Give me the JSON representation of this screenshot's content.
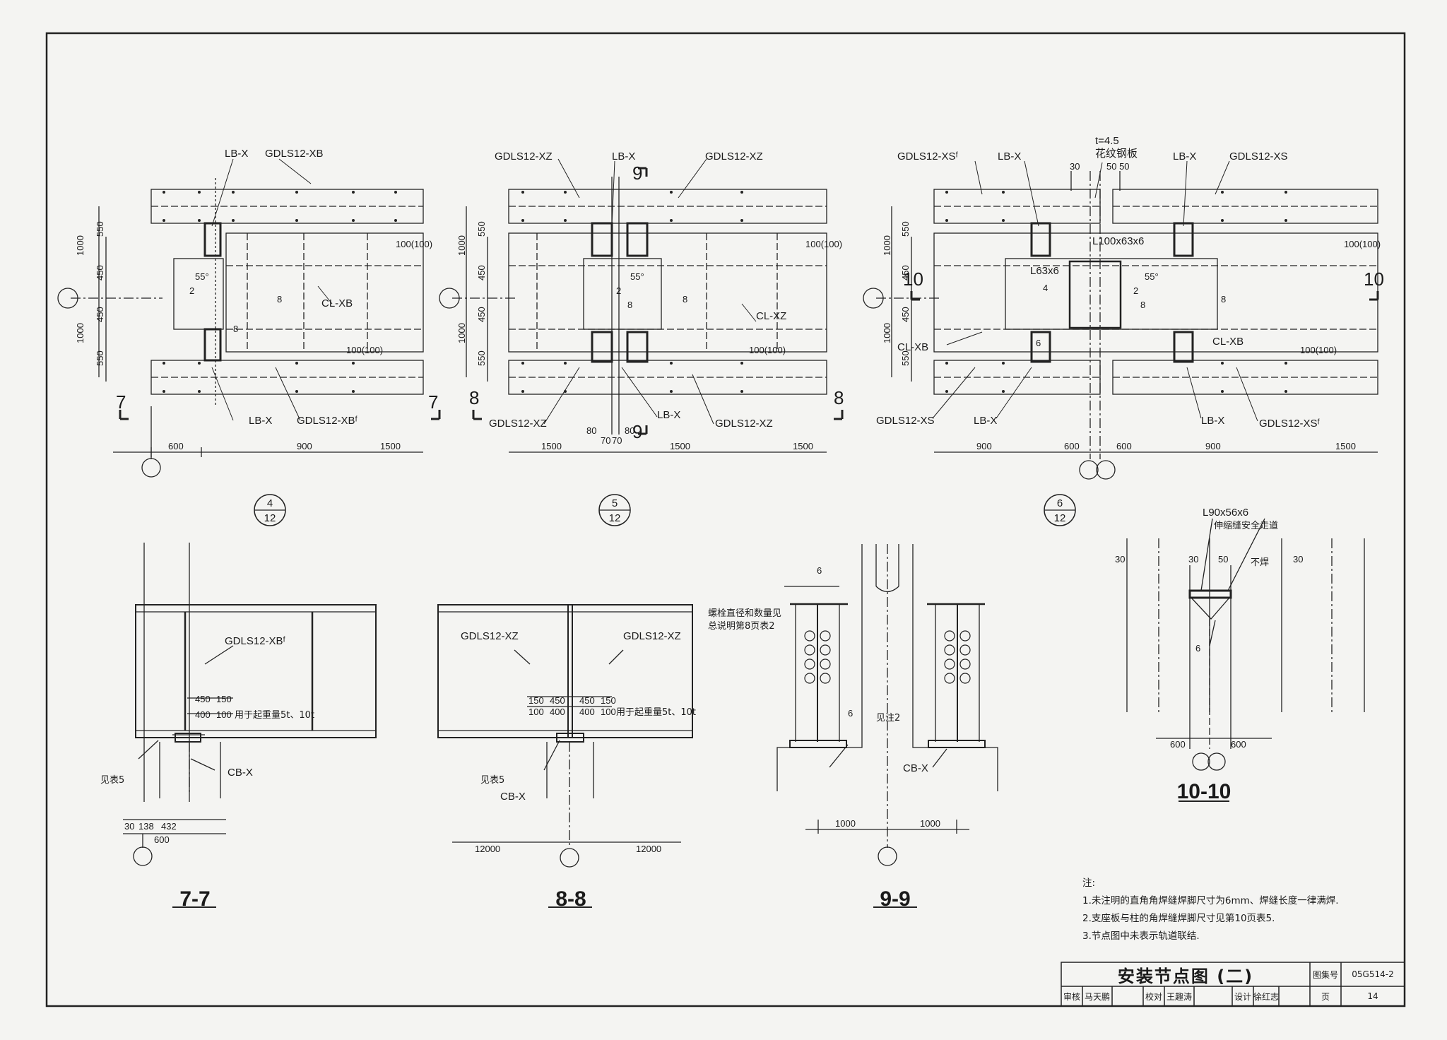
{
  "plan4": {
    "labels": {
      "lb_top": "LB-X",
      "beam_top": "GDLS12-XB",
      "cl": "CL-XB",
      "lb_bot": "LB-X",
      "beam_bot": "GDLS12-XBᶠ"
    },
    "angle": "55°",
    "weld2": "2",
    "weld8a": "8",
    "weld8b": "8",
    "dim100a": "100(100)",
    "dim100b": "100(100)",
    "vdims": [
      "1000",
      "1000",
      "550",
      "450",
      "450",
      "550"
    ],
    "hdims": [
      "600",
      "900",
      "1500"
    ],
    "cut": "7",
    "badge_num": "4",
    "badge_den": "12"
  },
  "plan5": {
    "labels": {
      "beam_tl": "GDLS12-XZ",
      "lb_top": "LB-X",
      "beam_tr": "GDLS12-XZ",
      "cl": "CL-XZ",
      "beam_bl": "GDLS12-XZ",
      "lb_bot": "LB-X",
      "beam_br": "GDLS12-XZ"
    },
    "angle": "55°",
    "weld2": "2",
    "weld8a": "8",
    "weld8b": "8",
    "dim100a": "100(100)",
    "dim100b": "100(100)",
    "vdims": [
      "1000",
      "1000",
      "550",
      "450",
      "450",
      "550"
    ],
    "hdims": [
      "1500",
      "1500",
      "1500"
    ],
    "small": [
      "80",
      "80",
      "70",
      "70"
    ],
    "cut": "8",
    "cut9": "9",
    "badge_num": "5",
    "badge_den": "12"
  },
  "plan6": {
    "labels": {
      "beam_tl": "GDLS12-XSᶠ",
      "lb_tl": "LB-X",
      "t": "t=4.5",
      "plate": "花纹钢板",
      "lb_tr": "LB-X",
      "beam_tr": "GDLS12-XS",
      "angle100": "L100x63x6",
      "angle63": "L63x6",
      "cl_l": "CL-XB",
      "cl_r": "CL-XB",
      "beam_bl": "GDLS12-XS",
      "lb_bl": "LB-X",
      "lb_br": "LB-X",
      "beam_br": "GDLS12-XSᶠ"
    },
    "d30": "30",
    "d5050": "50 50",
    "weld4": "4",
    "weld6": "6",
    "angle": "55°",
    "weld2": "2",
    "weld8a": "8",
    "weld8b": "8",
    "dim100a": "100(100)",
    "dim100b": "100(100)",
    "vdims": [
      "1000",
      "1000",
      "550",
      "450",
      "450",
      "550"
    ],
    "hdims": [
      "900",
      "600",
      "600",
      "900",
      "1500"
    ],
    "cut": "10",
    "badge_num": "6",
    "badge_den": "12"
  },
  "sec77": {
    "title": "7-7",
    "beam": "GDLS12-XBᶠ",
    "d1": "450",
    "d2": "150",
    "d3": "400",
    "d4": "100",
    "note": "用于起重量5t、10t",
    "see": "见表5",
    "cb": "CB-X",
    "b1": "30",
    "b2": "138",
    "b3": "432",
    "b4": "600"
  },
  "sec88": {
    "title": "8-8",
    "beam_l": "GDLS12-XZ",
    "beam_r": "GDLS12-XZ",
    "d": [
      "150",
      "450",
      "450",
      "150",
      "100",
      "400",
      "400",
      "100"
    ],
    "note": "用于起重量5t、10t",
    "see": "见表5",
    "cb": "CB-X",
    "s1": "12000",
    "s2": "12000"
  },
  "sec99": {
    "title": "9-9",
    "bolt1": "螺栓直径和数量见",
    "bolt2": "总说明第8页表2",
    "w6a": "6",
    "w6b": "6",
    "note2": "见注2",
    "cb": "CB-X",
    "s1": "1000",
    "s2": "1000"
  },
  "sec1010": {
    "title": "10-10",
    "angle": "L90x56x6",
    "walk": "伸缩缝安全走道",
    "nowel": "不焊",
    "d30a": "30",
    "d30b": "30",
    "d50": "50",
    "d30c": "30",
    "w6": "6",
    "s1": "600",
    "s2": "600"
  },
  "notes": {
    "head": "注:",
    "n1": "1.未注明的直角角焊缝焊脚尺寸为6mm、焊缝长度一律满焊.",
    "n2": "2.支座板与柱的角焊缝焊脚尺寸见第10页表5.",
    "n3": "3.节点图中未表示轨道联结."
  },
  "titleblock": {
    "title": "安装节点图 (二)",
    "atlas_label": "图集号",
    "atlas_no": "05G514-2",
    "row": [
      "审核",
      "马天鹏",
      "",
      "校对",
      "王趣涛",
      "",
      "设计",
      "徐红志",
      ""
    ],
    "page_label": "页",
    "page_no": "14"
  }
}
